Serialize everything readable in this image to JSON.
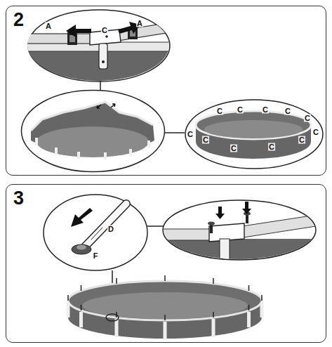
{
  "diagram": {
    "nodes": [
      {
        "text": [
          "2"
        ]
      },
      {
        "text": [
          "A",
          "C",
          "A"
        ],
        "in": 0
      },
      {
        "text": [
          "C",
          "C",
          "C",
          "C",
          "C",
          "C",
          "C",
          "C",
          "C",
          "C",
          "C"
        ],
        "in": 0
      },
      {
        "text": [
          "3"
        ]
      },
      {
        "text": [
          "D",
          "F"
        ],
        "in": 3
      }
    ]
  }
}
